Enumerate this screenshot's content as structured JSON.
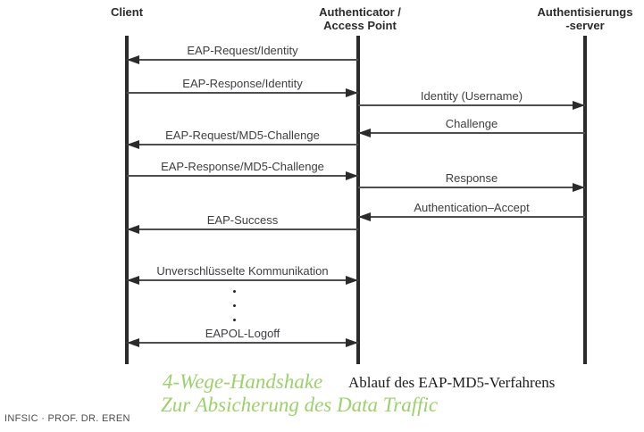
{
  "colors": {
    "ink": "#2b2b2b",
    "arrow_line": "#4d4e52",
    "accent_green": "#9cd16c"
  },
  "diagram": {
    "actors": [
      {
        "id": "client",
        "line1": "Client",
        "line2": ""
      },
      {
        "id": "authenticator",
        "line1": "Authenticator /",
        "line2": "Access Point"
      },
      {
        "id": "auth_server",
        "line1": "Authentisierungs",
        "line2": "-server"
      }
    ],
    "messages": [
      {
        "label": "EAP-Request/Identity",
        "from": "Authenticator / Access Point",
        "to": "Client",
        "bidirectional": false
      },
      {
        "label": "EAP-Response/Identity",
        "from": "Client",
        "to": "Authenticator / Access Point",
        "bidirectional": false
      },
      {
        "label": "Identity (Username)",
        "from": "Authenticator / Access Point",
        "to": "Authentisierungs-server",
        "bidirectional": false
      },
      {
        "label": "Challenge",
        "from": "Authentisierungs-server",
        "to": "Authenticator / Access Point",
        "bidirectional": false
      },
      {
        "label": "EAP-Request/MD5-Challenge",
        "from": "Authenticator / Access Point",
        "to": "Client",
        "bidirectional": false
      },
      {
        "label": "EAP-Response/MD5-Challenge",
        "from": "Client",
        "to": "Authenticator / Access Point",
        "bidirectional": false
      },
      {
        "label": "Response",
        "from": "Authenticator / Access Point",
        "to": "Authentisierungs-server",
        "bidirectional": false
      },
      {
        "label": "Authentication–Accept",
        "from": "Authentisierungs-server",
        "to": "Authenticator / Access Point",
        "bidirectional": false
      },
      {
        "label": "EAP-Success",
        "from": "Authenticator / Access Point",
        "to": "Client",
        "bidirectional": false
      },
      {
        "label": "Unverschlüsselte Kommunikation",
        "from": "Client",
        "to": "Authenticator / Access Point",
        "bidirectional": true
      },
      {
        "label": "EAPOL-Logoff",
        "from": "Client",
        "to": "Authenticator / Access Point",
        "bidirectional": true
      }
    ]
  },
  "captions": {
    "handshake_title": "4-Wege-Handshake",
    "handshake_subtitle": "Zur Absicherung des Data Traffic",
    "figure_caption": "Ablauf des EAP-MD5-Verfahrens",
    "footer": "INFSIC · PROF. DR. EREN"
  }
}
